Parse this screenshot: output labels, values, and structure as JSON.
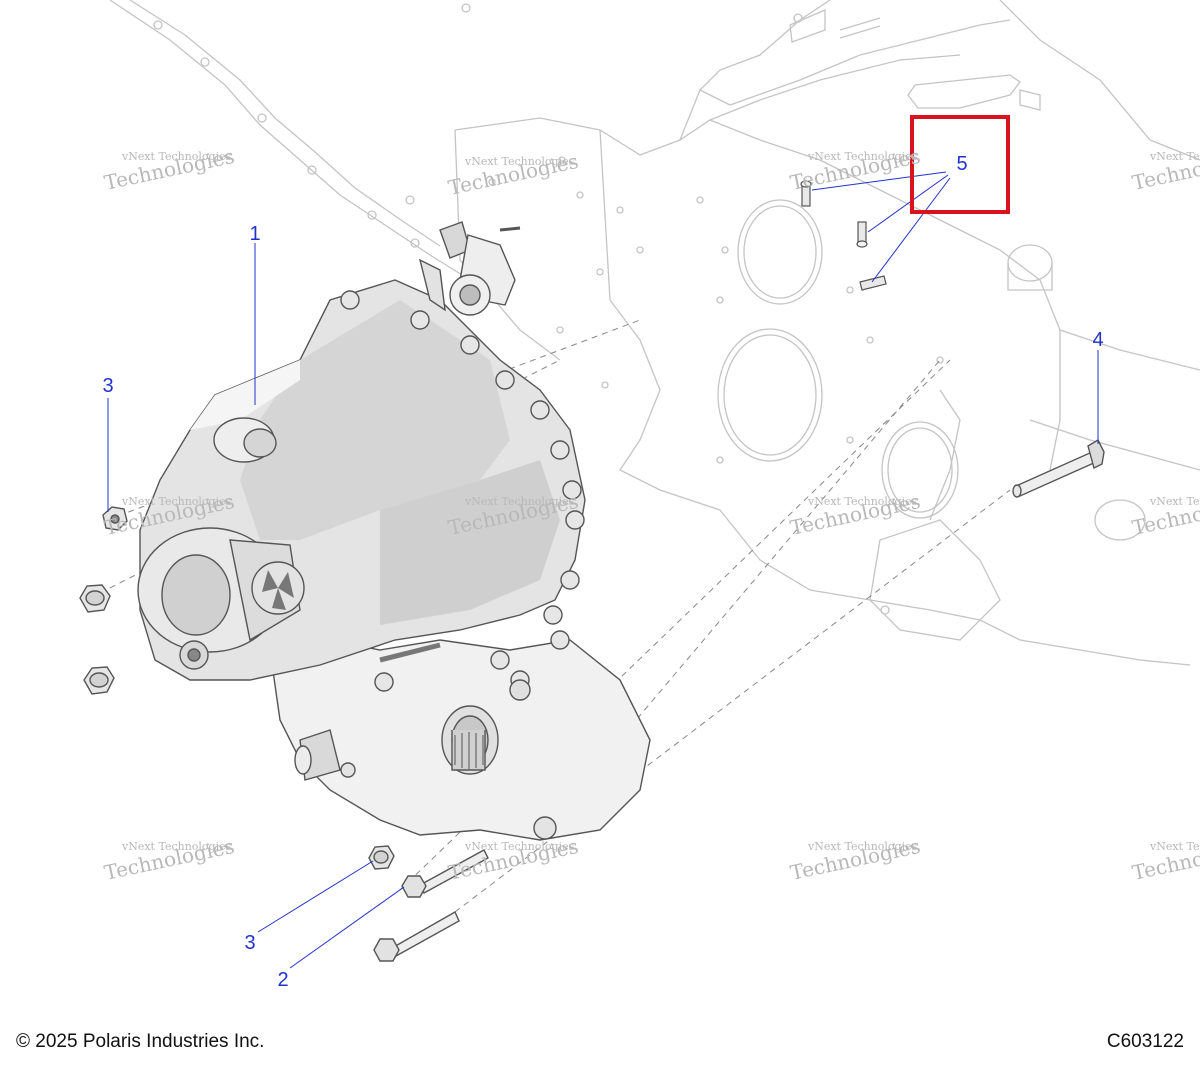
{
  "callouts": {
    "c1": "1",
    "c2": "2",
    "c3a": "3",
    "c3b": "3",
    "c4": "4",
    "c5": "5"
  },
  "watermark": {
    "line1": "vNext Technologies",
    "line2": "vNext",
    "line3": "Technologies"
  },
  "footer": {
    "copyright": "© 2025 Polaris Industries Inc.",
    "diagram_id": "C603122"
  },
  "colors": {
    "callout": "#2233cc",
    "highlight": "#d9121b",
    "line_art": "#555555",
    "faded_art": "#c4c4c4",
    "part_fill": "#e4e4e4"
  }
}
